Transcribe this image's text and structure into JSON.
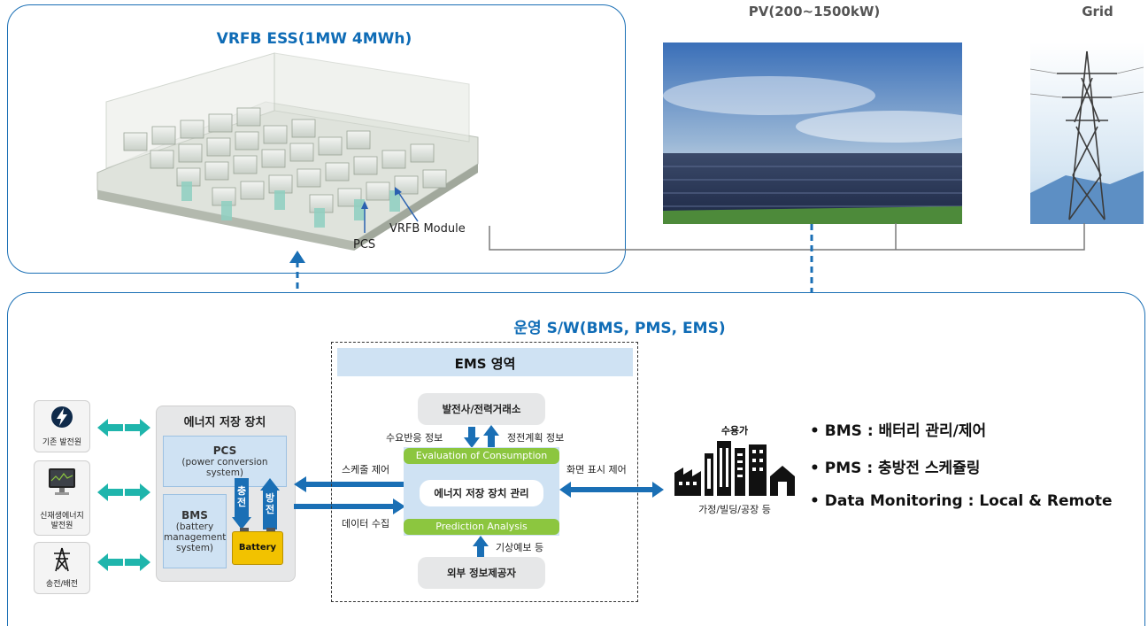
{
  "ess": {
    "title": "VRFB ESS(1MW 4MWh)",
    "pcs_label": "PCS",
    "module_label": "VRFB Module"
  },
  "pv": {
    "title": "PV(200~1500kW)"
  },
  "grid": {
    "title": "Grid"
  },
  "ops": {
    "title": "운영 S/W(BMS, PMS, EMS)"
  },
  "sources": [
    {
      "label": "기존 발전원",
      "icon": "lightning-icon"
    },
    {
      "label": "신재생에너지\n발전원",
      "icon": "monitor-icon"
    },
    {
      "label": "송전/배전",
      "icon": "transmission-tower-icon"
    }
  ],
  "storage": {
    "title": "에너지 저장 장치",
    "pcs_title": "PCS",
    "pcs_sub": "(power conversion\nsystem)",
    "bms_title": "BMS",
    "bms_sub": "(battery\nmanagement\nsystem)",
    "charge": "충\n전",
    "discharge": "방\n전",
    "battery": "Battery"
  },
  "ems": {
    "title": "EMS 영역",
    "top_source": "발전사/전력거래소",
    "demand_info": "수요반응 정보",
    "outage_info": "정전계획 정보",
    "evaluation": "Evaluation of Consumption",
    "center": "에너지 저장 장치 관리",
    "prediction": "Prediction Analysis",
    "weather": "기상예보 등",
    "bottom_source": "외부 정보제공자",
    "schedule_ctrl": "스케줄 제어",
    "data_collect": "데이터 수집",
    "display_ctrl": "화면 표시 제어"
  },
  "consumer": {
    "title": "수용가",
    "sub": "가정/빌딩/공장 등"
  },
  "features": [
    "• BMS : 배터리 관리/제어",
    "• PMS : 충방전 스케쥴링",
    "• Data Monitoring : Local & Remote"
  ],
  "colors": {
    "accent": "#0f6cb6",
    "teal": "#1fb5ac",
    "green": "#8cc63f",
    "battery": "#f2c200"
  }
}
